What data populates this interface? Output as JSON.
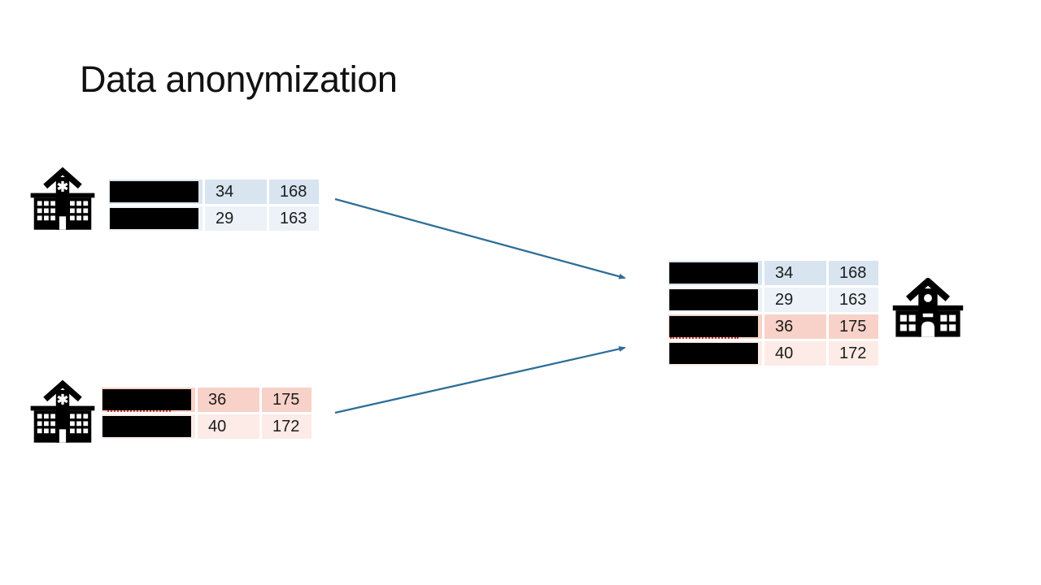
{
  "title": "Data anonymization",
  "colors": {
    "arrow": "#2e6e98",
    "row_blue": "#d8e4ef",
    "row_blue_light": "#ecf2f8",
    "row_pink": "#f8d2c8",
    "row_pink_light": "#fcebe6",
    "redaction_bar": "#000000",
    "squiggle_red": "#c9352b",
    "icon_black": "#000000"
  },
  "icons": {
    "hospital_a": "hospital-building",
    "hospital_b": "hospital-building",
    "receiver": "school-building"
  },
  "tables": {
    "hospital_a": {
      "rows": [
        {
          "name_redacted": true,
          "age": "34",
          "height": "168",
          "tone": "blue"
        },
        {
          "name_redacted": true,
          "age": "29",
          "height": "163",
          "tone": "blue_light"
        }
      ]
    },
    "hospital_b": {
      "rows": [
        {
          "name_redacted": true,
          "age": "36",
          "height": "175",
          "tone": "pink",
          "misspell_underline": true
        },
        {
          "name_redacted": true,
          "age": "40",
          "height": "172",
          "tone": "pink_light"
        }
      ]
    },
    "combined": {
      "rows": [
        {
          "name_redacted": true,
          "age": "34",
          "height": "168",
          "tone": "blue"
        },
        {
          "name_redacted": true,
          "age": "29",
          "height": "163",
          "tone": "blue_light"
        },
        {
          "name_redacted": true,
          "age": "36",
          "height": "175",
          "tone": "pink",
          "misspell_underline": true
        },
        {
          "name_redacted": true,
          "age": "40",
          "height": "172",
          "tone": "pink_light"
        }
      ]
    }
  }
}
